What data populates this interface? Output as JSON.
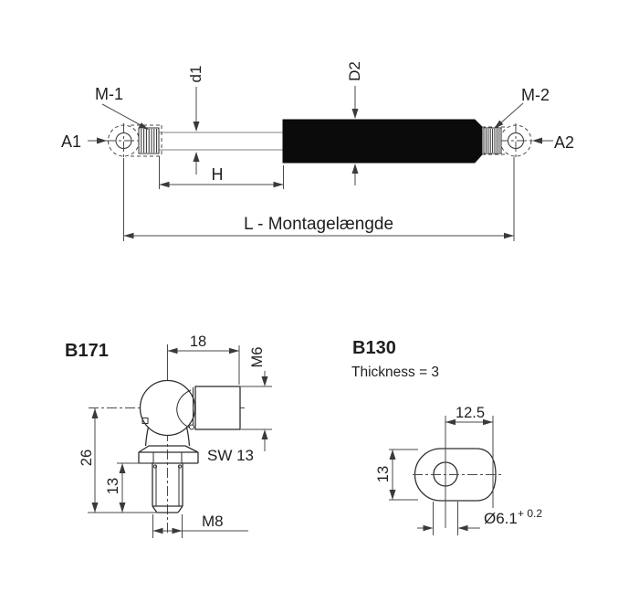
{
  "main_drawing": {
    "connector_a1": "A1",
    "connector_a2": "A2",
    "thread_m1": "M-1",
    "thread_m2": "M-2",
    "rod_diameter": "d1",
    "tube_diameter": "D2",
    "stroke_label": "H",
    "length_label": "L - Montagelængde"
  },
  "b171": {
    "title": "B171",
    "socket_depth": "18",
    "socket_thread": "M6",
    "wrench_size": "SW 13",
    "stud_thread": "M8",
    "overall_height": "26",
    "stud_length": "13"
  },
  "b130": {
    "title": "B130",
    "thickness_note": "Thickness = 3",
    "hole_offset": "12.5",
    "plate_height": "13",
    "hole_diameter": "Ø6.1",
    "hole_tolerance": "+ 0.2"
  },
  "colors": {
    "background": "#ffffff",
    "outline": "#2e2e2e",
    "dimension_line": "#4a4a4a",
    "body_fill": "#0b0b0b",
    "rod_line": "#9b9b9b"
  }
}
